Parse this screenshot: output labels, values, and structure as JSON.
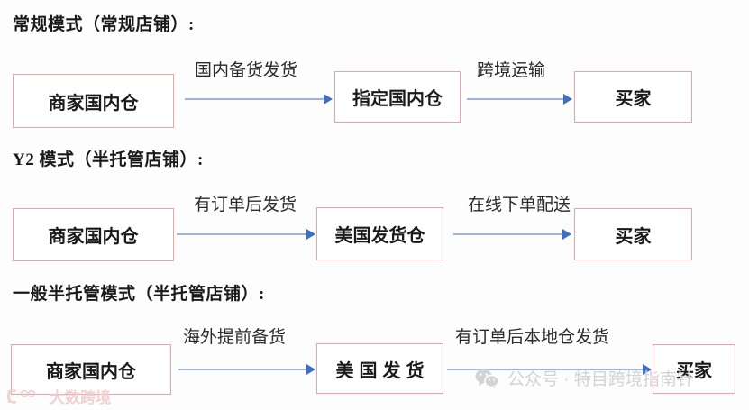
{
  "colors": {
    "box_border": "#f3a0a0",
    "arrow_line": "#9cb4de",
    "arrow_head": "#3f6fc4",
    "text": "#1a1a1a",
    "watermark_gray": "#d3d3d3",
    "watermark_pink": "#f0c9c9",
    "background": "#fdfdfd"
  },
  "sections": [
    {
      "title": "常规模式（常规店铺）:",
      "nodes": [
        {
          "label": "商家国内仓",
          "spaced": false
        },
        {
          "label": "指定国内仓",
          "spaced": false
        },
        {
          "label": "买家",
          "spaced": false
        }
      ],
      "edges": [
        {
          "label": "国内备货发货"
        },
        {
          "label": "跨境运输"
        }
      ]
    },
    {
      "title": "Y2 模式（半托管店铺）:",
      "nodes": [
        {
          "label": "商家国内仓",
          "spaced": false
        },
        {
          "label": "美国发货仓",
          "spaced": false
        },
        {
          "label": "买家",
          "spaced": false
        }
      ],
      "edges": [
        {
          "label": "有订单后发货"
        },
        {
          "label": "在线下单配送"
        }
      ]
    },
    {
      "title": "一般半托管模式（半托管店铺）:",
      "nodes": [
        {
          "label": "商家国内仓",
          "spaced": false
        },
        {
          "label": "美国发货",
          "spaced": true
        },
        {
          "label": "买家",
          "spaced": false
        }
      ],
      "edges": [
        {
          "label": "海外提前备货"
        },
        {
          "label": "有订单后本地仓发货"
        }
      ]
    }
  ],
  "watermarks": {
    "wechat": {
      "icon": "wechat-icon",
      "text": "公众号 · 特目跨境指南针"
    },
    "brand": {
      "icon": "brand-logo-icon",
      "text": "大数跨境"
    }
  }
}
